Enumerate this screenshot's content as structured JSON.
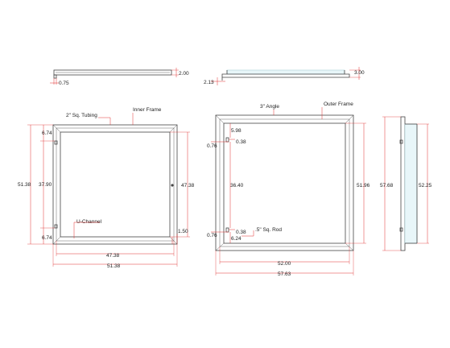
{
  "colors": {
    "dimension": "#e03131",
    "frame": "#444444",
    "glass": "#e8f6f9"
  },
  "top_views": {
    "inner_thickness": "2.00",
    "inner_flange": "0.75",
    "outer_thickness": "3.00",
    "outer_offset": "2.13"
  },
  "inner_frame": {
    "callout_tubing": "2\" Sq. Tubing",
    "callout_frame": "Inner Frame",
    "callout_channel": "U-Channel",
    "dim_top": "6.74",
    "dim_middle": "37.90",
    "dim_bottom": "6.74",
    "dim_height": "51.38",
    "dim_right_inner": "47.38",
    "dim_tube": "1.50",
    "dim_inner_width": "47.38",
    "dim_outer_width": "51.38"
  },
  "outer_frame": {
    "callout_angle": "3\" Angle",
    "callout_frame": "Outer Frame",
    "callout_rod": ".5\" Sq. Rod",
    "dim_top_offset": "5.98",
    "dim_rod_upper": "0.38",
    "dim_rod_gap_upper": "0.76",
    "dim_middle": "36.40",
    "dim_rod_lower": "0.38",
    "dim_rod_gap_lower": "0.76",
    "dim_bottom_offset": "6.24",
    "dim_height_inner": "51.96",
    "dim_inner_width": "52.00",
    "dim_outer_width": "57.63"
  },
  "side_view": {
    "dim_height_outer": "57.68",
    "dim_height_inner": "52.25"
  }
}
